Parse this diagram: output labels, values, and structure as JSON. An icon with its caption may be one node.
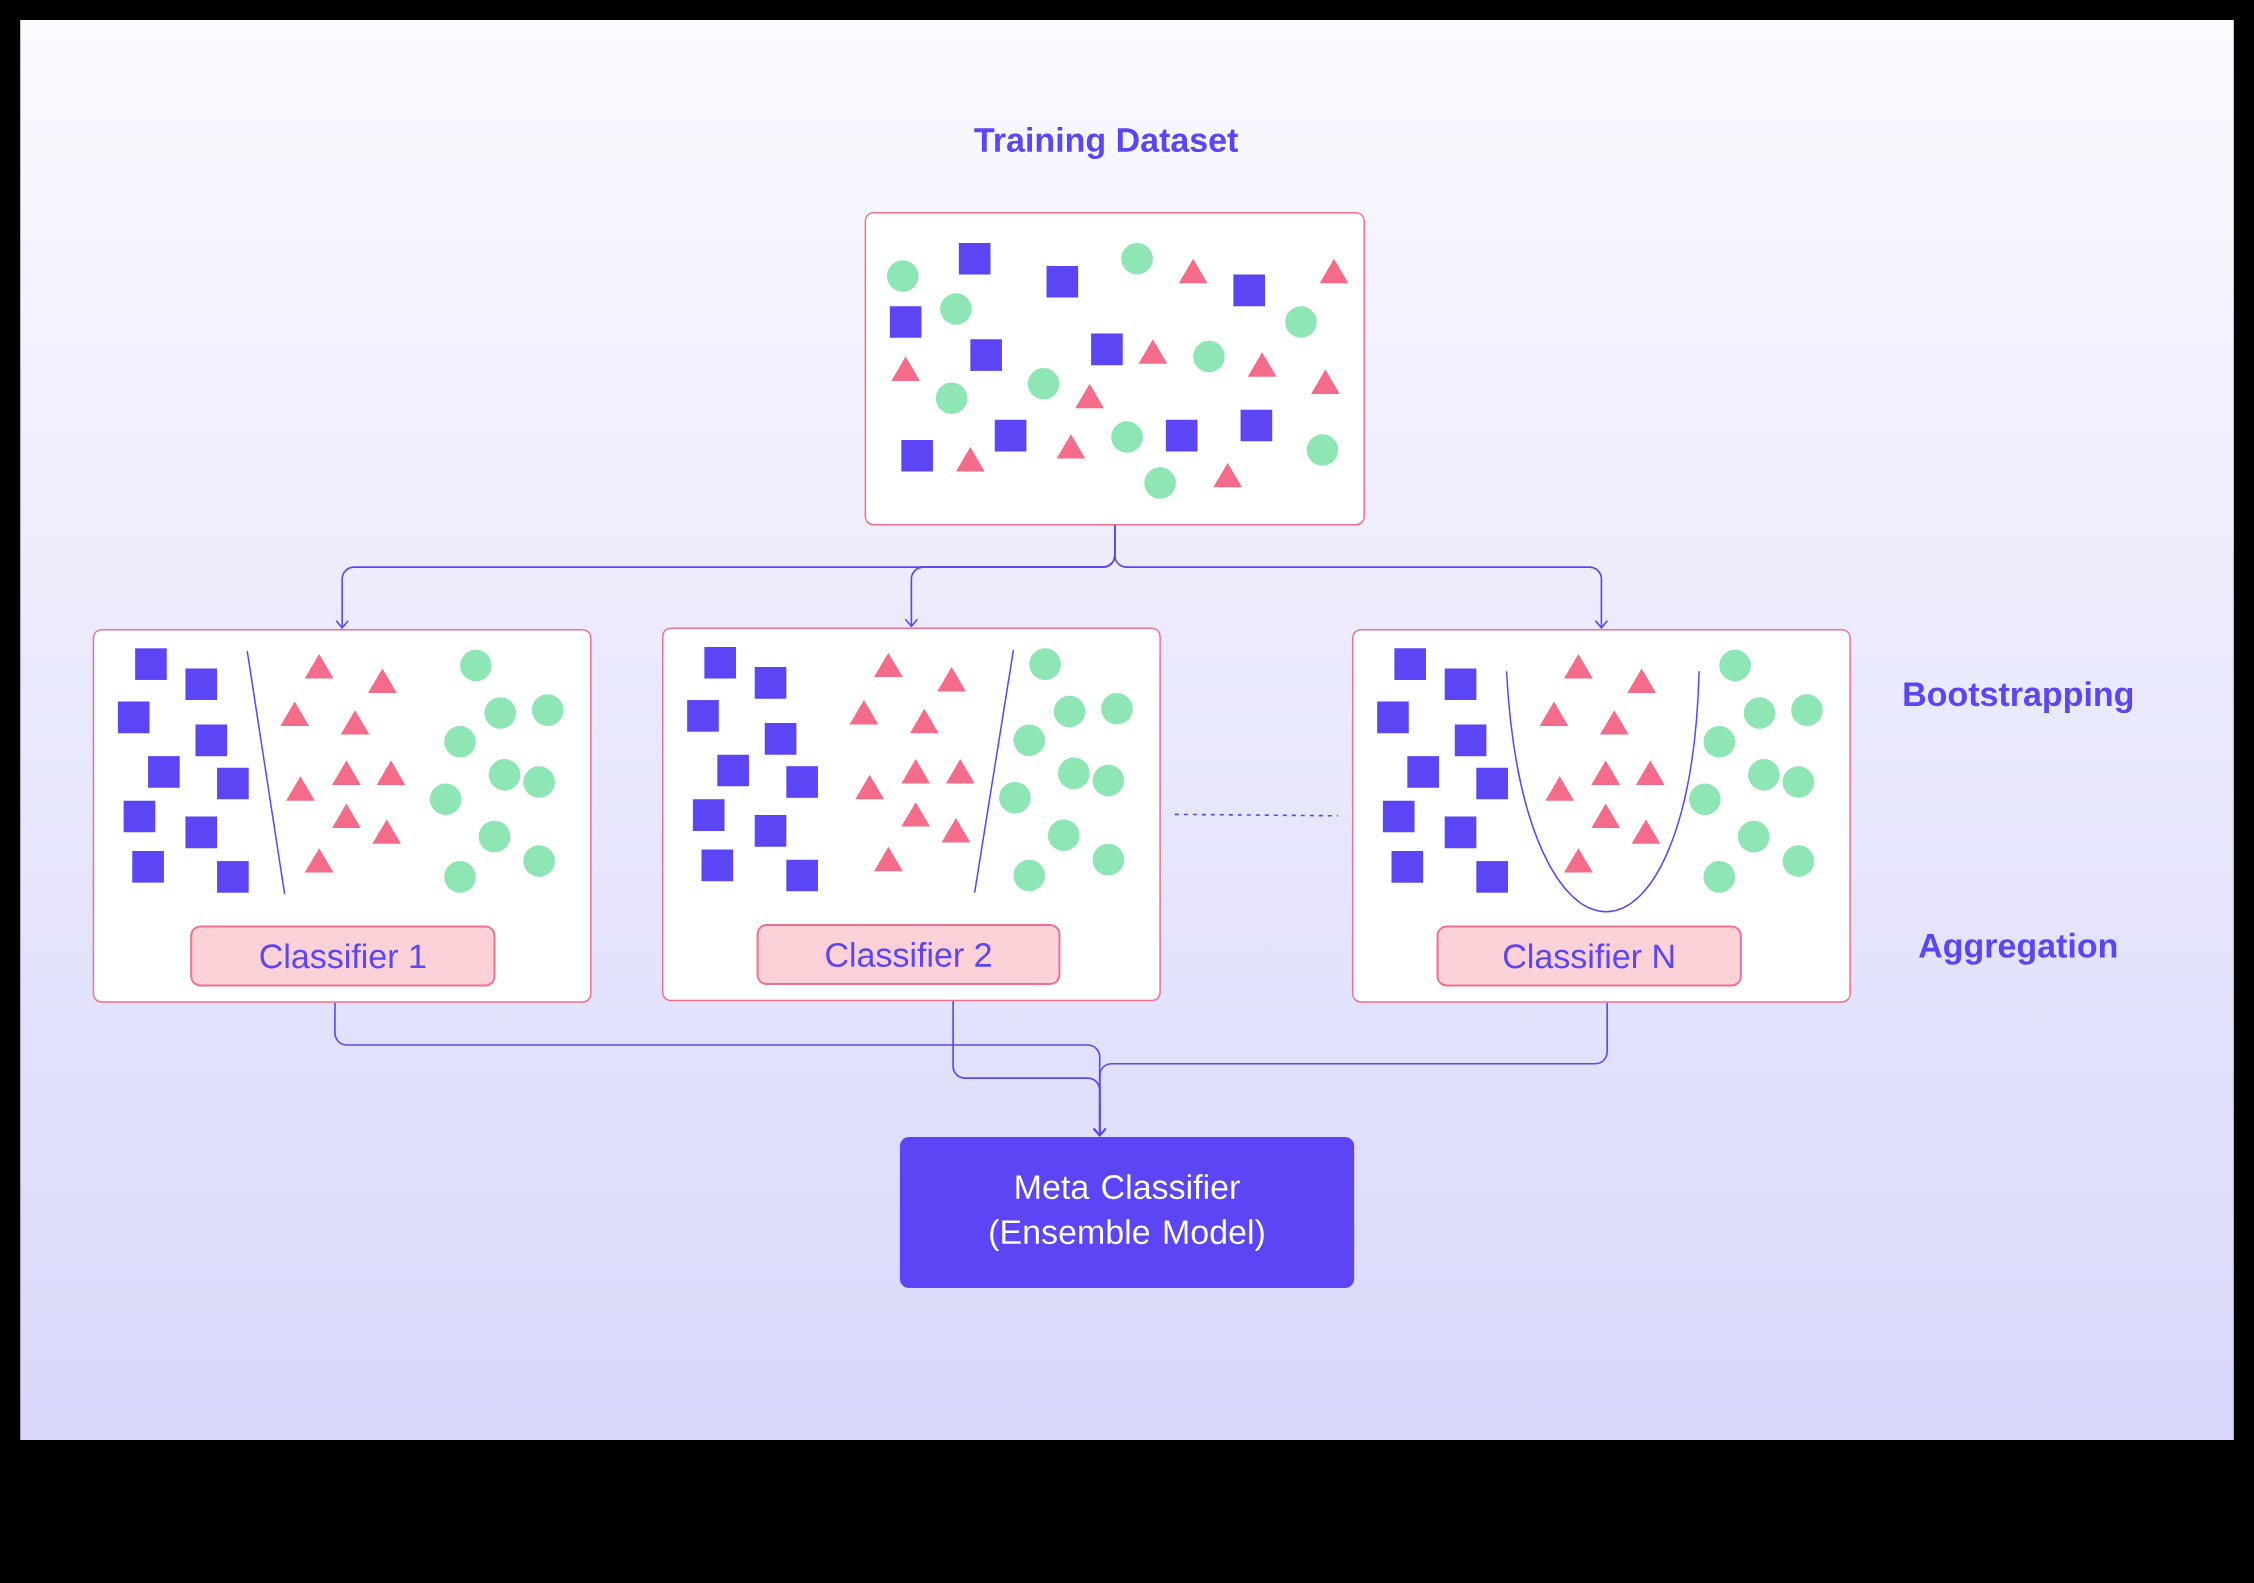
{
  "diagram": {
    "nodes": [
      {
        "text": [
          "Training Dataset"
        ]
      },
      {
        "text": [],
        "shape": "box"
      },
      {
        "text": [
          "Classifier 1"
        ],
        "in": 1
      },
      {
        "text": [],
        "shape": "box"
      },
      {
        "text": [
          "Classifier 2"
        ],
        "in": 3
      },
      {
        "text": [],
        "shape": "box"
      },
      {
        "text": [
          "Classifier N"
        ],
        "in": 5
      },
      {
        "text": [
          "Meta Classifier (Ensemble Model)"
        ]
      }
    ],
    "edges": [
      {
        "from": 0,
        "to": 1,
        "arrow": "to"
      },
      {
        "from": 0,
        "to": 3,
        "arrow": "to"
      },
      {
        "from": 0,
        "to": 5,
        "arrow": "to"
      },
      {
        "from": 1,
        "to": 7,
        "arrow": "to"
      },
      {
        "from": 3,
        "to": 7,
        "arrow": "to"
      },
      {
        "from": 5,
        "to": 7,
        "arrow": "to"
      },
      {
        "from": 3,
        "to": 5,
        "arrow": "none",
        "style": "dashed"
      }
    ],
    "labels": [
      "Bootstrapping",
      "Aggregation"
    ]
  }
}
